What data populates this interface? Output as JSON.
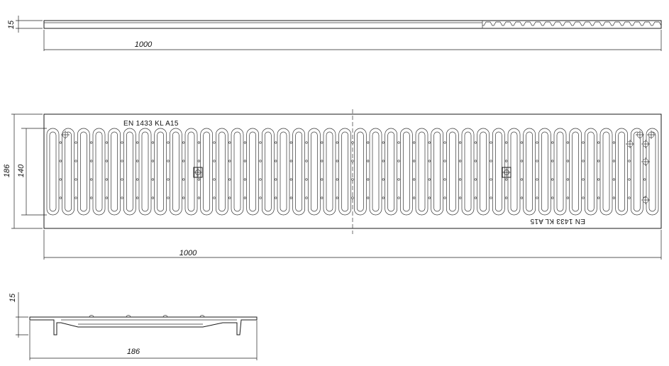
{
  "dimensions": {
    "top_height": "15",
    "top_length": "1000",
    "plan_width": "186",
    "plan_inner_width": "140",
    "plan_length": "1000",
    "section_height": "15",
    "section_width": "186"
  },
  "markings": {
    "standard_top": "EN 1433  KL A15",
    "standard_bottom": "EN 1433  KL A15"
  },
  "grating": {
    "slot_count": 40
  }
}
